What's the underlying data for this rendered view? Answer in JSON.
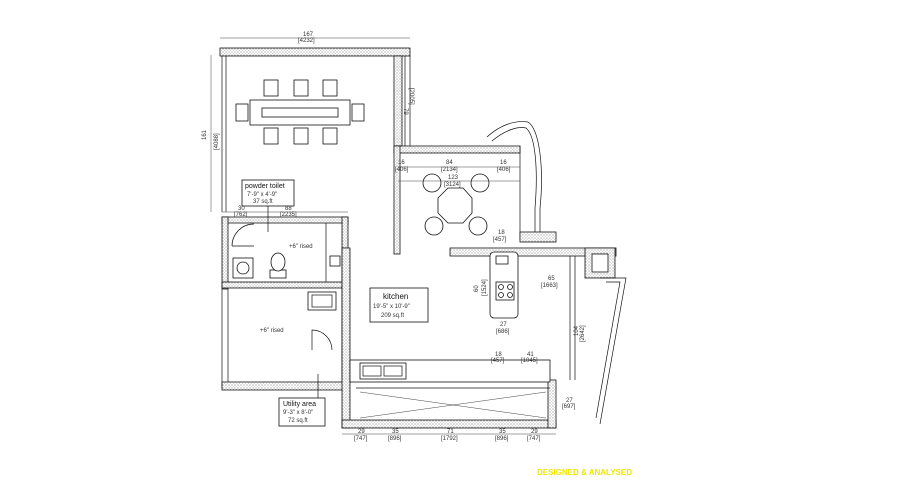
{
  "plan": {
    "rooms": {
      "powder_toilet": {
        "name": "powder toilet",
        "size": "7'-9\" x 4'-9\"",
        "area": "37 sq.ft"
      },
      "kitchen": {
        "name": "kitchen",
        "size": "19'-5\" x 10'-9\"",
        "area": "209 sq.ft"
      },
      "utility": {
        "name": "Utility area",
        "size": "9'-3\" x 8'-0\"",
        "area": "72 sq.ft"
      }
    },
    "notes": {
      "raised_1": "+6\" rised",
      "raised_2": "+6\" rised"
    },
    "dimensions": {
      "top_total": "167",
      "top_total_mm": "[4232]",
      "left_height": "161",
      "left_height_mm": "[4088]",
      "right_height": "79",
      "right_height_mm": "[2005]",
      "dining_16a": "16",
      "dining_16a_mm": "[406]",
      "dining_84": "84",
      "dining_84_mm": "[2134]",
      "dining_16b": "16",
      "dining_16b_mm": "[406]",
      "dining_123": "123",
      "dining_123_mm": "[3124]",
      "toilet_88": "88",
      "toilet_88_mm": "[2235]",
      "toilet_30": "30",
      "toilet_30_mm": "[762]",
      "bottom_29a": "29",
      "bottom_29a_mm": "[747]",
      "bottom_35a": "35",
      "bottom_35a_mm": "[896]",
      "bottom_71": "71",
      "bottom_71_mm": "[1792]",
      "bottom_35b": "35",
      "bottom_35b_mm": "[896]",
      "bottom_29b": "29",
      "bottom_29b_mm": "[747]",
      "k_65": "65",
      "k_65_mm": "[1663]",
      "k_27": "27",
      "k_27_mm": "[686]",
      "k_18a": "18",
      "k_18a_mm": "[457]",
      "k_18b": "18",
      "k_18b_mm": "[457]",
      "k_41": "41",
      "k_41_mm": "[1045]",
      "k_104": "104",
      "k_104_mm": "[2642]",
      "k_60": "60",
      "k_60_mm": "[1524]",
      "k_27b": "27",
      "k_27b_mm": "[697]"
    },
    "credit": "DESIGNED & ANALYSED"
  }
}
